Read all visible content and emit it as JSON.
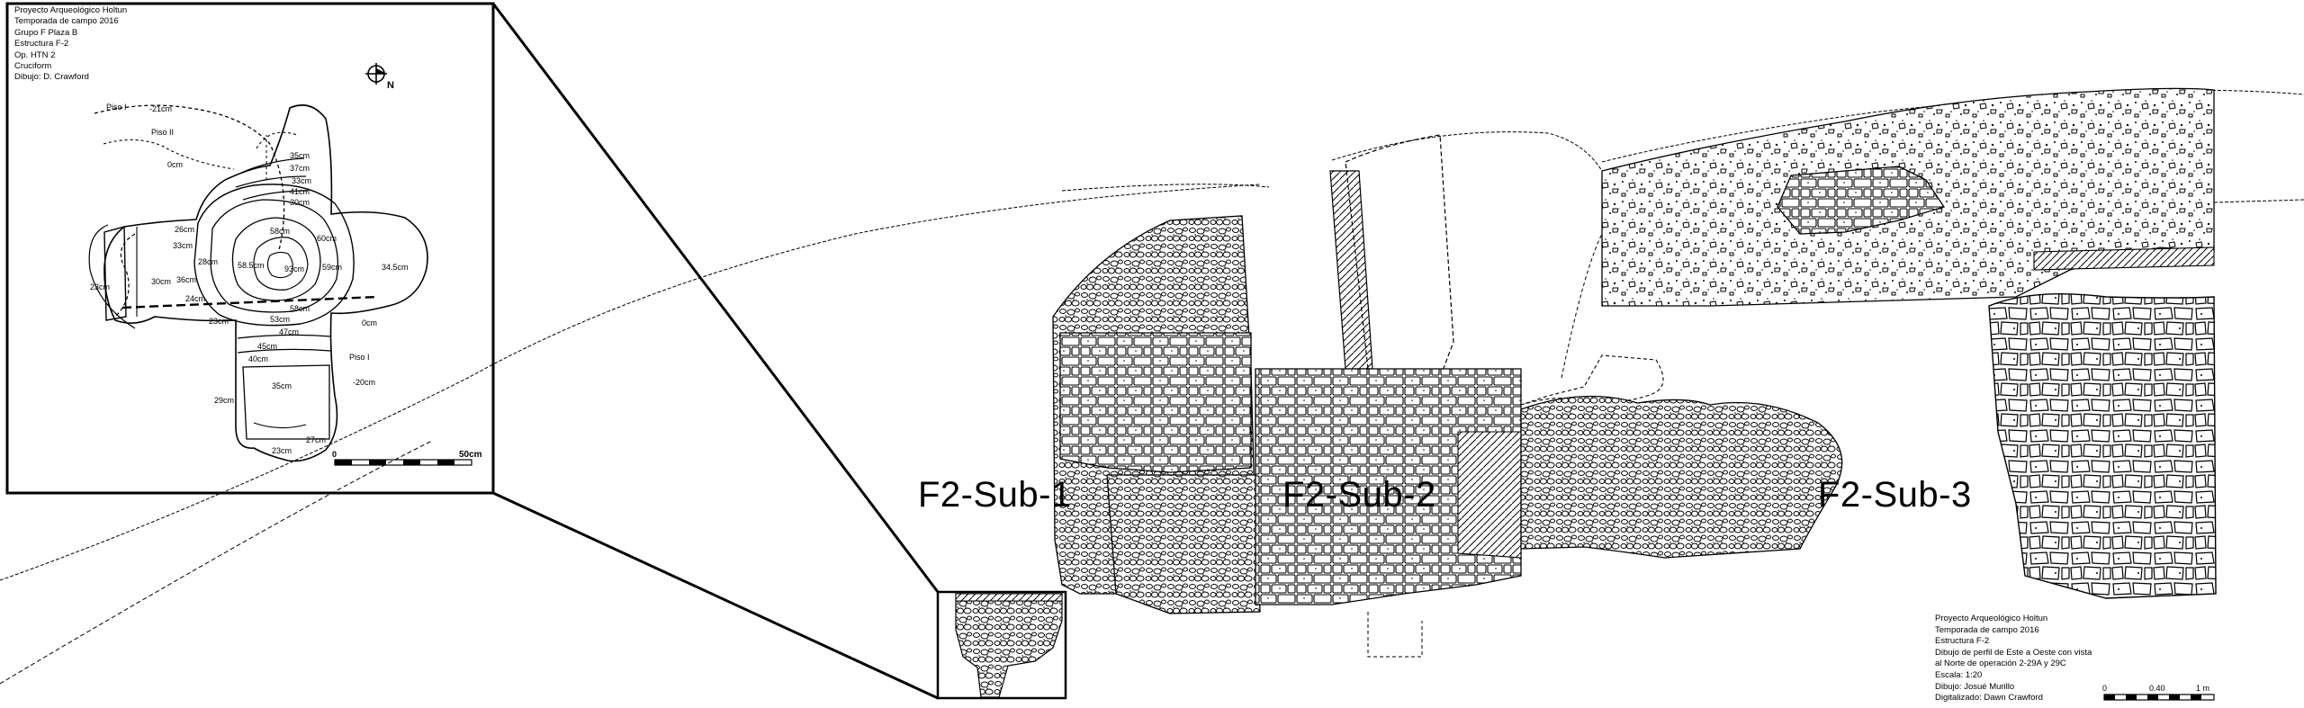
{
  "inset": {
    "notes": [
      "Proyecto Arqueológico Holtun",
      "Temporada de campo 2016",
      "Grupo F Plaza B",
      "Estructura F-2",
      "Op. HTN 2",
      "Cruciform",
      "Dibujo: D. Crawford"
    ],
    "north_label": "N",
    "depth_labels": [
      "Piso I",
      "-21cm",
      "Piso II",
      "0cm",
      "35cm",
      "37cm",
      "33cm",
      "41cm",
      "30cm",
      "26cm",
      "33cm",
      "58cm",
      "60cm",
      "28cm",
      "58.5cm",
      "93cm",
      "59cm",
      "34.5cm",
      "36cm",
      "30cm",
      "23cm",
      "24cm",
      "58cm",
      "23cm",
      "53cm",
      "0cm",
      "47cm",
      "45cm",
      "40cm",
      "Piso I",
      "35cm",
      "-20cm",
      "29cm",
      "27cm",
      "23cm"
    ],
    "scale": {
      "start_label": "0",
      "end_label": "50cm"
    }
  },
  "sections": [
    {
      "label": "F2-Sub-1"
    },
    {
      "label": "F2-Sub-2"
    },
    {
      "label": "F2-Sub-3"
    }
  ],
  "profile_notes": [
    "Proyecto Arqueológico Holtun",
    "Temporada de campo 2016",
    "Estructura F-2",
    "Dibujo de perfil de Este a Oeste con vista",
    "al Norte de operación 2-29A y 29C",
    "Escala: 1:20",
    "Dibujo: Josué Murillo",
    "Digitalizado: Dawn Crawford"
  ],
  "profile_scale": {
    "start_label": "0",
    "mid_label": "0.40",
    "end_label": "1 m"
  }
}
